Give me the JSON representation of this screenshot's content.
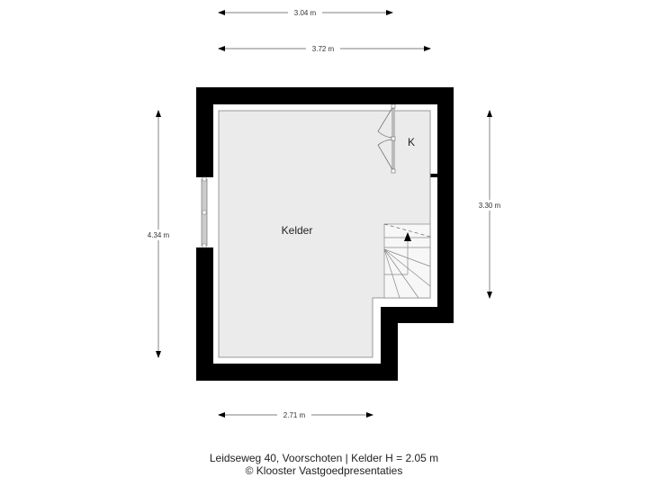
{
  "dimensions": {
    "top_inner_width": "3.04 m",
    "top_outer_width": "3.72 m",
    "left_height": "4.34 m",
    "right_height": "3.30 m",
    "bottom_width": "2.71 m"
  },
  "rooms": {
    "main": "Kelder",
    "closet": "K"
  },
  "caption": {
    "line1": "Leidseweg 40, Voorschoten  | Kelder H = 2.05 m",
    "line2": "© Klooster Vastgoedpresentaties"
  },
  "colors": {
    "wall": "#000000",
    "floor": "#ebebeb",
    "dimension_line": "#999999",
    "arrow": "#000000"
  }
}
